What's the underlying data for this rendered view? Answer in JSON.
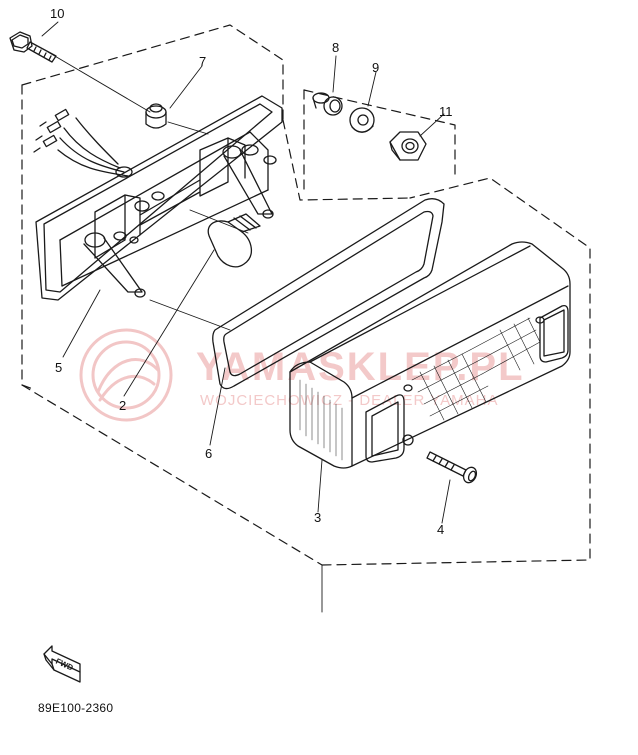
{
  "diagram": {
    "callouts": [
      "10",
      "7",
      "8",
      "9",
      "11",
      "5",
      "2",
      "6",
      "3",
      "4"
    ],
    "fwd_label": "FWD",
    "drawing_code": "89E100-2360"
  },
  "watermark": {
    "main": "YAMASKLEP.PL",
    "sub": "WOJCIECHOWICZ - DEALER YAMAHA",
    "color": "#f2b8b8"
  },
  "colors": {
    "line": "#1a1a1a"
  }
}
